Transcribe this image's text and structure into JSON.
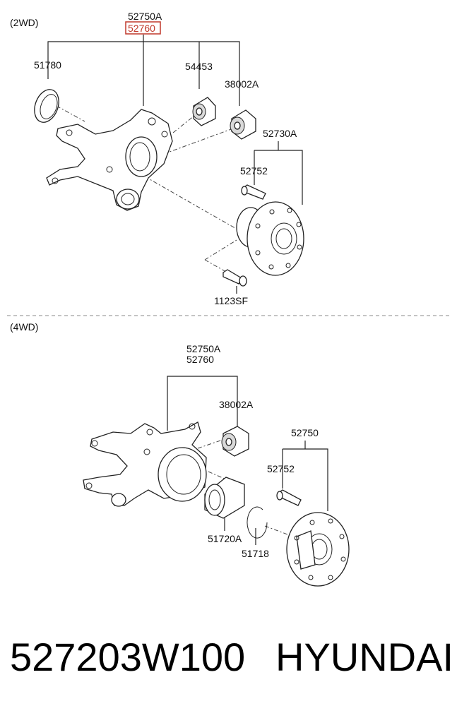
{
  "sections": {
    "top": "(2WD)",
    "bottom": "(4WD)"
  },
  "labels_2wd": {
    "knuckle_a": "52750A",
    "knuckle_b": "52760",
    "seal": "51780",
    "bushing": "54453",
    "bushing2": "38002A",
    "hub_assy": "52730A",
    "hub_bolt": "52752",
    "bolt": "1123SF"
  },
  "labels_4wd": {
    "knuckle_a": "52750A",
    "knuckle_b": "52760",
    "bushing": "38002A",
    "hub": "52750",
    "hub_bolt": "52752",
    "bearing": "51720A",
    "snap_ring": "51718"
  },
  "caption": {
    "part_number": "527203W100",
    "brand": "HYUNDAI"
  },
  "colors": {
    "highlight": "#c0392b",
    "line": "#222222"
  }
}
